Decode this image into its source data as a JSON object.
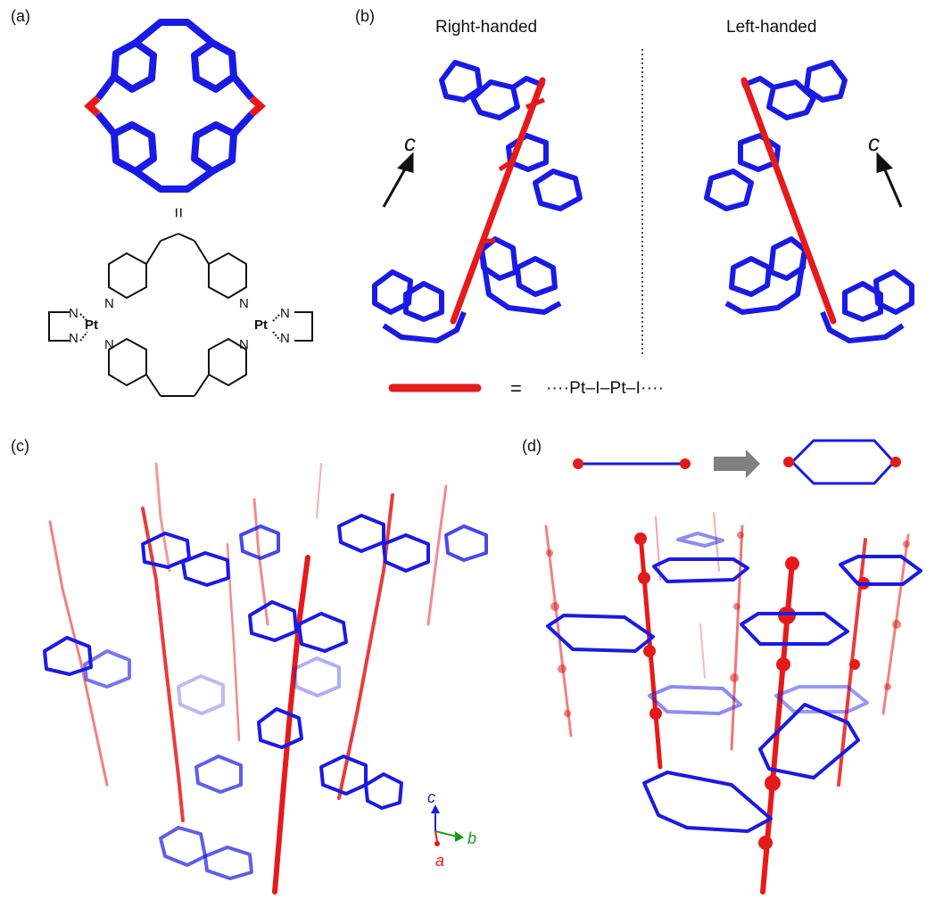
{
  "panels": {
    "a": "(a)",
    "b": "(b)",
    "c": "(c)",
    "d": "(d)"
  },
  "panel_b": {
    "right_label": "Right-handed",
    "left_label": "Left-handed",
    "axis_label": "c",
    "equals": "=",
    "chain_formula": "····Pt–I–Pt–I····"
  },
  "panel_a": {
    "equals_rotated": "=",
    "atoms": {
      "N": "N",
      "Pt": "Pt"
    }
  },
  "panel_c": {
    "axes": {
      "c": "c",
      "b": "b",
      "a": "a"
    }
  },
  "colors": {
    "ligand": "#1a1ae6",
    "chain": "#e61a1a",
    "arrow_grey": "#808080"
  }
}
